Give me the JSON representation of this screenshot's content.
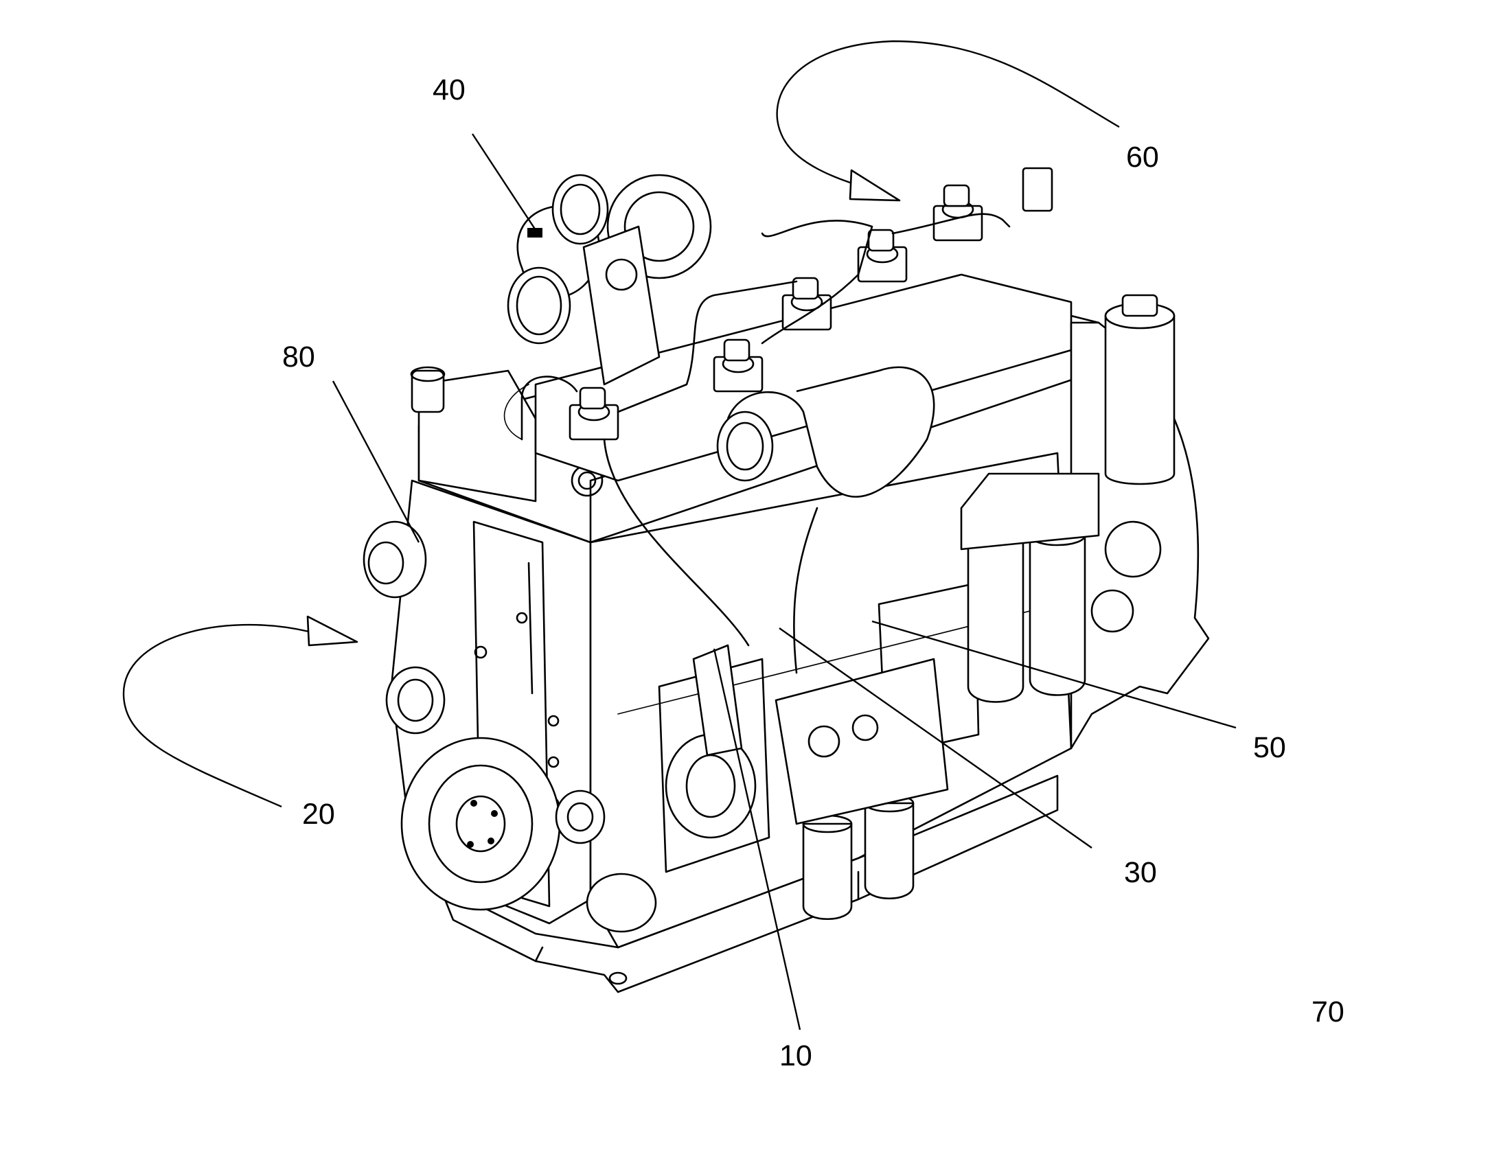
{
  "figure": {
    "labels": [
      {
        "id": "ref-10",
        "text": "10"
      },
      {
        "id": "ref-20",
        "text": "20"
      },
      {
        "id": "ref-30",
        "text": "30"
      },
      {
        "id": "ref-40",
        "text": "40"
      },
      {
        "id": "ref-50",
        "text": "50"
      },
      {
        "id": "ref-60",
        "text": "60"
      },
      {
        "id": "ref-70",
        "text": "70"
      },
      {
        "id": "ref-80",
        "text": "80"
      }
    ]
  }
}
